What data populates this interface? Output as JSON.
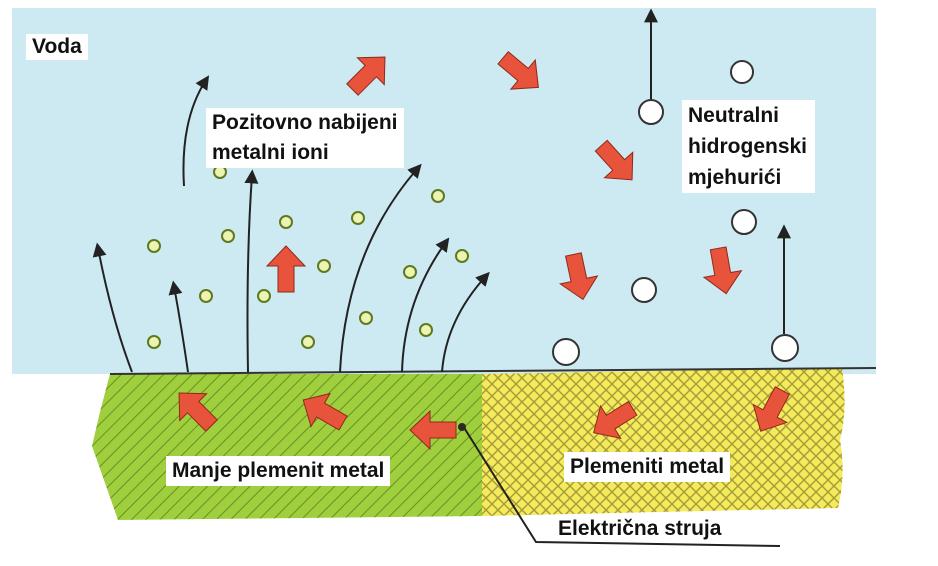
{
  "labels": {
    "water": "Voda",
    "positive_ions_line1": "Pozitovno nabijeni",
    "positive_ions_line2": "metalni ioni",
    "neutral_bubbles_line1": "Neutralni",
    "neutral_bubbles_line2": "hidrogenski",
    "neutral_bubbles_line3": "mjehurići",
    "less_noble_metal": "Manje plemenit metal",
    "noble_metal": "Plemeniti metal",
    "electric_current": "Električna struja"
  },
  "colors": {
    "water": "#cdeaf3",
    "less_noble_metal": "#9fcf3c",
    "noble_metal": "#f4ea5c",
    "arrow_fill": "#e8533c",
    "ion_fill": "#eef3b0",
    "ion_stroke": "#5d7a20",
    "bubble_fill": "#ffffff",
    "line": "#222222"
  },
  "icons": {
    "flow_arrow": "red-block-arrow-icon",
    "ion": "small-circle-icon",
    "bubble": "white-circle-icon"
  }
}
